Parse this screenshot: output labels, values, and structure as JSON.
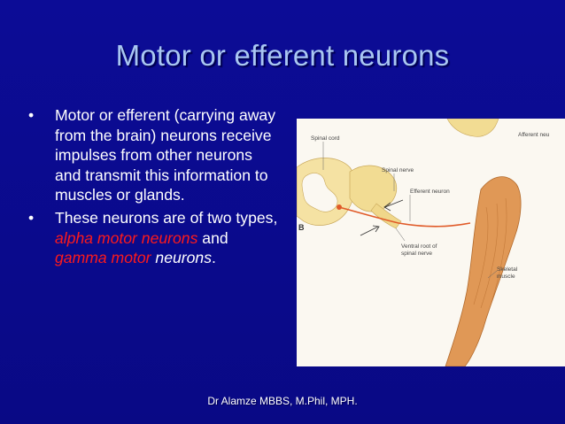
{
  "slide": {
    "title": "Motor or efferent neurons",
    "bullets": [
      {
        "marker": "•",
        "text": "Motor or efferent (carrying away from the brain) neurons receive impulses from other neurons and transmit this information to muscles or glands."
      },
      {
        "marker": "•",
        "parts": [
          "These neurons are of two types, ",
          "alpha motor neurons",
          " and ",
          "gamma motor",
          " neurons",
          "."
        ]
      }
    ],
    "footer": "Dr Alamze MBBS, M.Phil, MPH."
  },
  "figure": {
    "labels": {
      "spinal_cord": "Spinal cord",
      "afferent": "Afferent neu",
      "spinal_nerve": "Spinal nerve",
      "efferent_neuron": "Efferent neuron",
      "ventral_root": "Ventral root of",
      "ventral_root_2": "spinal nerve",
      "skeletal": "Skeletal",
      "muscle": "muscle",
      "panel": "B"
    }
  },
  "colors": {
    "background": "#0a0a8c",
    "title": "#a9c7f2",
    "highlight": "#ff1a1a",
    "text": "#ffffff"
  }
}
